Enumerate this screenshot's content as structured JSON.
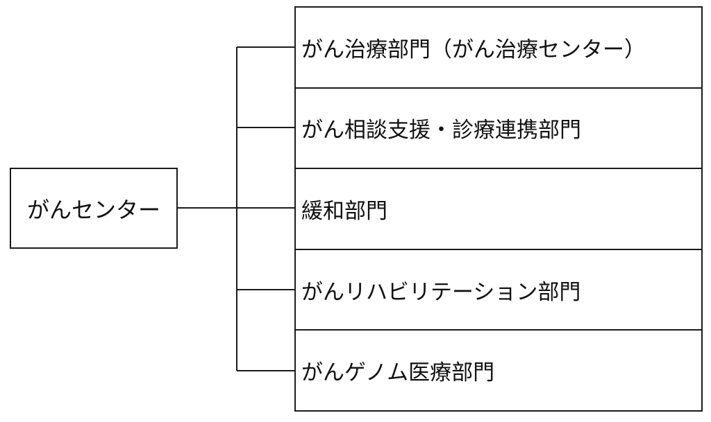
{
  "root": {
    "label": "がんセンター"
  },
  "departments": [
    {
      "label": "がん治療部門（がん治療センター）"
    },
    {
      "label": "がん相談支援・診療連携部門"
    },
    {
      "label": "緩和部門"
    },
    {
      "label": "がんリハビリテーション部門"
    },
    {
      "label": "がんゲノム医療部門"
    }
  ],
  "colors": {
    "line": "#1a1a1a",
    "background": "#ffffff",
    "text": "#111111"
  }
}
